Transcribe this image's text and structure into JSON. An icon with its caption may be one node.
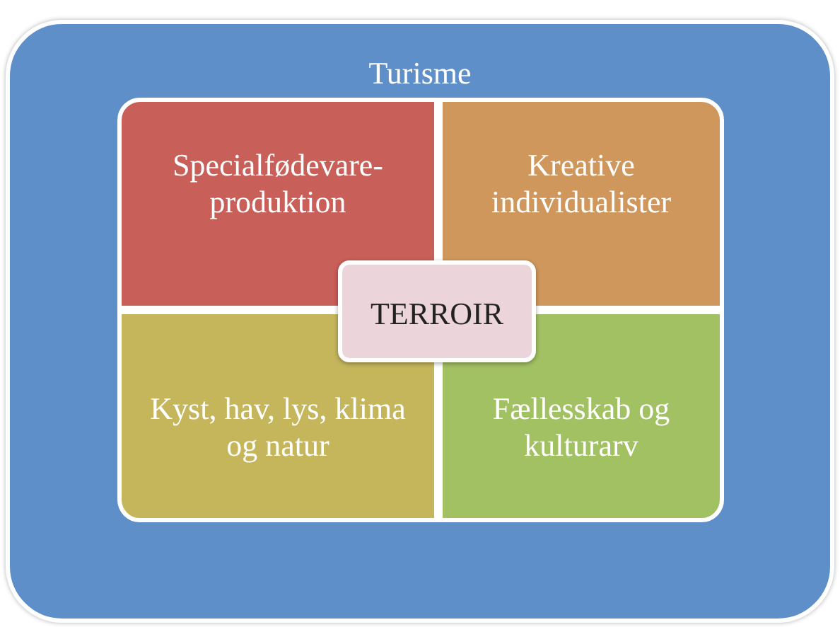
{
  "diagram": {
    "nodes": [
      {
        "text": [
          "Turisme"
        ]
      },
      {
        "text": [
          "Specialfødevare-produktion"
        ],
        "in": 0
      },
      {
        "text": [
          "Kreative individualister"
        ],
        "in": 0
      },
      {
        "text": [
          "Kyst, hav, lys, klima og natur"
        ],
        "in": 0
      },
      {
        "text": [
          "Fællesskab og kulturarv"
        ],
        "in": 0
      },
      {
        "text": [
          "TERROIR"
        ],
        "in": 0
      }
    ]
  }
}
